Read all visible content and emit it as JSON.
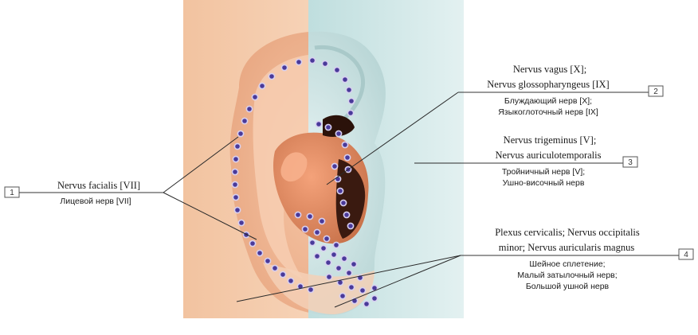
{
  "colors": {
    "skin_background": "#f3c7a6",
    "cyan_background": "#cfe6e6",
    "ear_skin": "#f1b18e",
    "ear_shadow": "#c97a52",
    "concha_dark": "#3a1a10",
    "dot_fill": "#4a3a9a",
    "dot_ring": "#d8d0f0"
  },
  "labels": {
    "l1": {
      "number": "1",
      "latin": "Nervus facialis [VII]",
      "russian": "Лицевой нерв [VII]"
    },
    "l2": {
      "number": "2",
      "latin_1": "Nervus vagus [X];",
      "latin_2": "Nervus glossopharyngeus [IX]",
      "russian_1": "Блуждающий нерв [X];",
      "russian_2": "Языкоглоточный нерв [IX]"
    },
    "l3": {
      "number": "3",
      "latin_1": "Nervus trigeminus [V];",
      "latin_2": "Nervus auriculotemporalis",
      "russian_1": "Тройничный нерв [V];",
      "russian_2": "Ушно-височный нерв"
    },
    "l4": {
      "number": "4",
      "latin_1": "Plexus cervicalis; Nervus occipitalis",
      "latin_2": "minor; Nervus auricularis magnus",
      "russian_1": "Шейное сплетение;",
      "russian_2": "Малый затылочный нерв;",
      "russian_3": "Большой ушной нерв"
    }
  }
}
